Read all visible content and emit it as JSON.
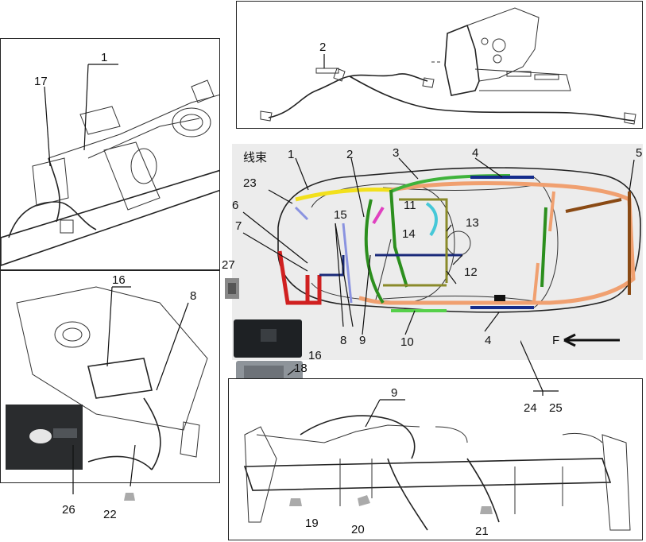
{
  "title_cn": "线束",
  "arrow_label": "F",
  "labels": {
    "l1": "1",
    "l2": "2",
    "l3": "3",
    "l4": "4",
    "l4b": "4",
    "l5": "5",
    "l6": "6",
    "l7": "7",
    "l8": "8",
    "l8b": "8",
    "l9": "9",
    "l9b": "9",
    "l10": "10",
    "l11": "11",
    "l12": "12",
    "l13": "13",
    "l14": "14",
    "l15": "15",
    "l16": "16",
    "l16b": "16",
    "l17": "17",
    "l18": "18",
    "l19": "19",
    "l20": "20",
    "l21": "21",
    "l22": "22",
    "l23": "23",
    "l24": "24",
    "l25": "25",
    "l26": "26",
    "l27": "27"
  },
  "harness_colors": {
    "h1": "#f2e01c",
    "h2": "#e1582a",
    "h3": "#3fb33b",
    "h4": "#142c8c",
    "h5": "#8a4a14",
    "h6": "#1a2a7a",
    "h7": "#d02020",
    "h8": "#8a93e0",
    "h9": "#2c8f1e",
    "h10": "#55d04a",
    "h11": "#e040c0",
    "h12": "#1a2a7a",
    "h13": "#8a8a2a",
    "h14": "#46c8d8",
    "h15": "#8a93e0",
    "h23": "#8a93e0",
    "orange": "#f0a070"
  }
}
